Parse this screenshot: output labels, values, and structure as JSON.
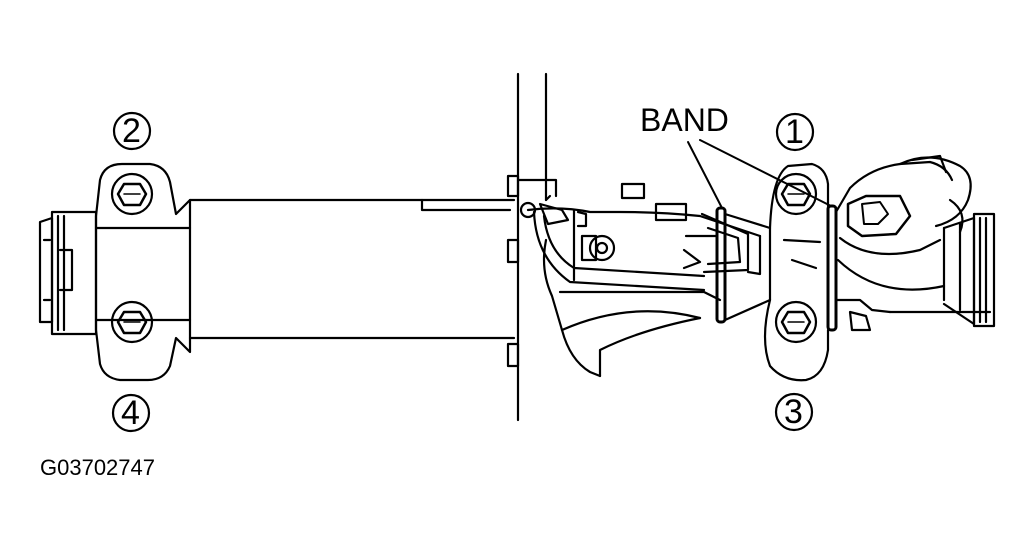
{
  "callouts": {
    "one": "1",
    "two": "2",
    "three": "3",
    "four": "4"
  },
  "band_label": "BAND",
  "figure_id": "G03702747",
  "colors": {
    "line": "#000000",
    "background": "#ffffff"
  },
  "icons": {
    "bolt": "hex-bolt-icon",
    "band": "band-clamp-icon",
    "callout": "circled-number-icon"
  }
}
